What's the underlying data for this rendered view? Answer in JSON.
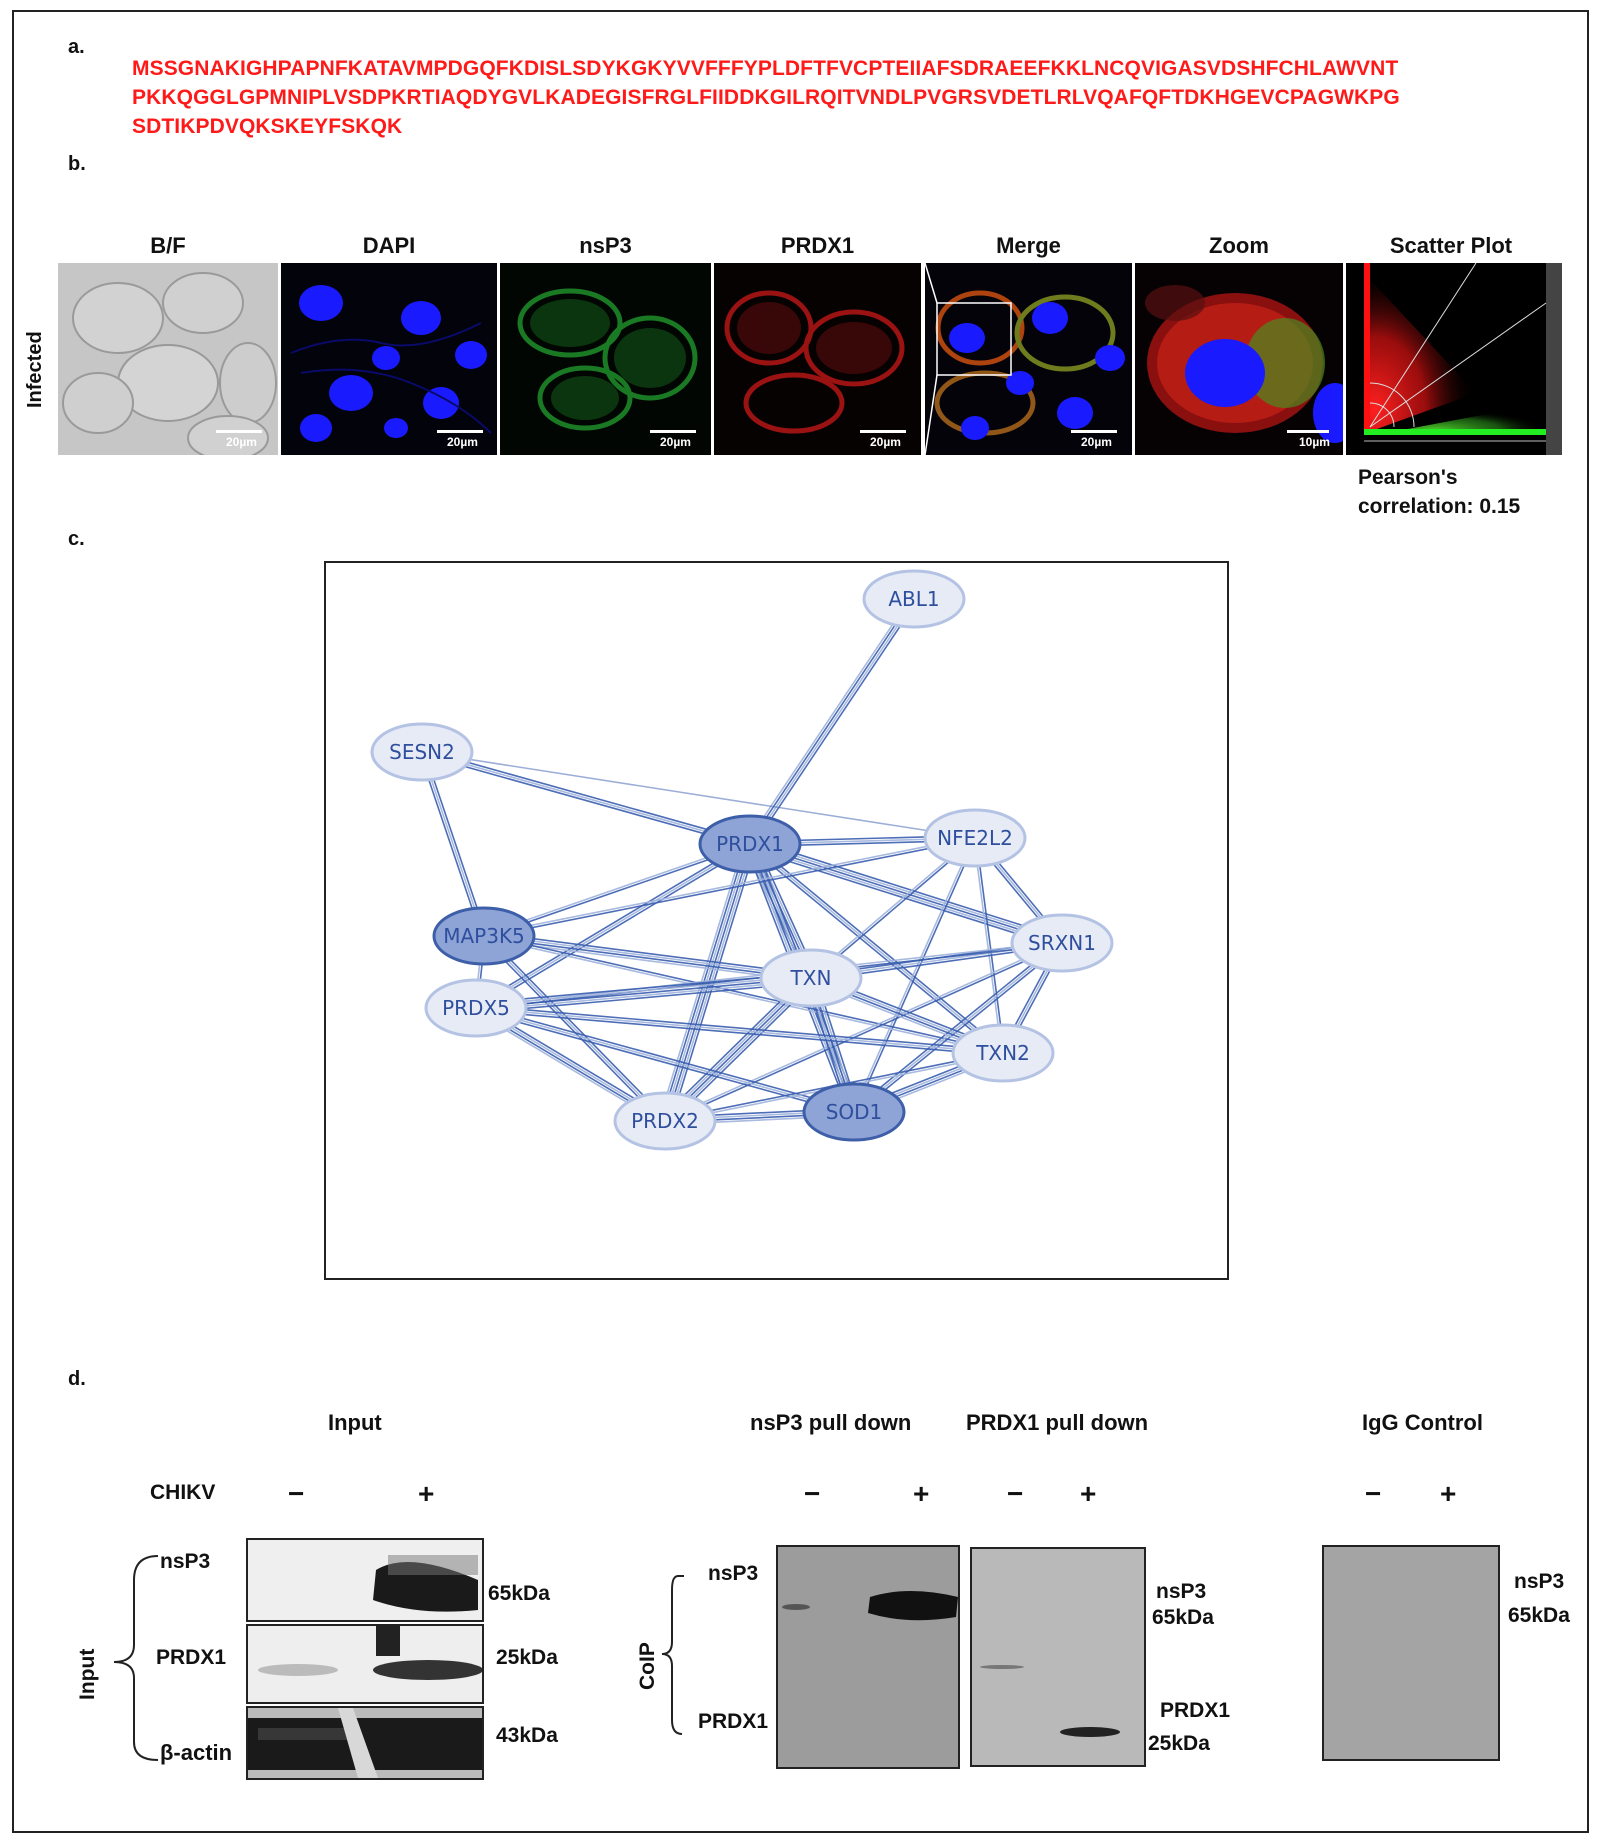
{
  "panel_a": {
    "letter": "a.",
    "sequence_lines": [
      "MSSGNAKIGHPAPNFKATAVMPDGQFKDISLSDYKGKYVVFFFYPLDFTFVCPTEIIAFSDRAEEFKKLNCQVIGASVDSHFCHLAWVNT",
      "PKKQGGLGPMNIPLVSDPKRTIAQDYGVLKADEGISFRGLFIIDDKGILRQITVNDLPVGRSVDETLRLVQAFQFTDKHGEVCPAGWKPG",
      "SDTIKPDVQKSKEYFSKQK"
    ]
  },
  "panel_b": {
    "letter": "b.",
    "row_label": "Infected",
    "columns": [
      "B/F",
      "DAPI",
      "nsP3",
      "PRDX1",
      "Merge",
      "Zoom",
      "Scatter Plot"
    ],
    "scale_labels": [
      "20µm",
      "20µm",
      "20µm",
      "20µm",
      "20µm",
      "10µm"
    ],
    "pearson_label": "Pearson's",
    "pearson_value": "correlation: 0.15",
    "colors": {
      "dapi": "#0a1aff",
      "nsp3": "#22cc33",
      "prdx1": "#e61a1a"
    }
  },
  "panel_c": {
    "letter": "c.",
    "nodes": [
      {
        "id": "ABL1",
        "label": "ABL1",
        "dark": false
      },
      {
        "id": "SESN2",
        "label": "SESN2",
        "dark": false
      },
      {
        "id": "PRDX1",
        "label": "PRDX1",
        "dark": true
      },
      {
        "id": "NFE2L2",
        "label": "NFE2L2",
        "dark": false
      },
      {
        "id": "MAP3K5",
        "label": "MAP3K5",
        "dark": true
      },
      {
        "id": "SRXN1",
        "label": "SRXN1",
        "dark": false
      },
      {
        "id": "TXN",
        "label": "TXN",
        "dark": false
      },
      {
        "id": "PRDX5",
        "label": "PRDX5",
        "dark": false
      },
      {
        "id": "TXN2",
        "label": "TXN2",
        "dark": false
      },
      {
        "id": "PRDX2",
        "label": "PRDX2",
        "dark": false
      },
      {
        "id": "SOD1",
        "label": "SOD1",
        "dark": true
      }
    ],
    "edges": [
      [
        "ABL1",
        "PRDX1",
        4
      ],
      [
        "SESN2",
        "PRDX1",
        3
      ],
      [
        "SESN2",
        "MAP3K5",
        3
      ],
      [
        "SESN2",
        "NFE2L2",
        1
      ],
      [
        "PRDX1",
        "NFE2L2",
        3
      ],
      [
        "PRDX1",
        "TXN",
        6
      ],
      [
        "PRDX1",
        "MAP3K5",
        2
      ],
      [
        "PRDX1",
        "PRDX5",
        3
      ],
      [
        "PRDX1",
        "PRDX2",
        6
      ],
      [
        "PRDX1",
        "SOD1",
        5
      ],
      [
        "PRDX1",
        "SRXN1",
        5
      ],
      [
        "PRDX1",
        "TXN2",
        3
      ],
      [
        "NFE2L2",
        "MAP3K5",
        2
      ],
      [
        "NFE2L2",
        "SRXN1",
        3
      ],
      [
        "NFE2L2",
        "TXN",
        2
      ],
      [
        "NFE2L2",
        "SOD1",
        2
      ],
      [
        "NFE2L2",
        "TXN2",
        2
      ],
      [
        "MAP3K5",
        "TXN",
        4
      ],
      [
        "MAP3K5",
        "PRDX2",
        3
      ],
      [
        "MAP3K5",
        "TXN2",
        2
      ],
      [
        "MAP3K5",
        "PRDX5",
        2
      ],
      [
        "SRXN1",
        "TXN",
        3
      ],
      [
        "SRXN1",
        "TXN2",
        3
      ],
      [
        "SRXN1",
        "PRDX2",
        2
      ],
      [
        "SRXN1",
        "PRDX5",
        2
      ],
      [
        "SRXN1",
        "SOD1",
        3
      ],
      [
        "TXN",
        "PRDX5",
        5
      ],
      [
        "TXN",
        "PRDX2",
        5
      ],
      [
        "TXN",
        "SOD1",
        5
      ],
      [
        "TXN",
        "TXN2",
        4
      ],
      [
        "PRDX5",
        "PRDX2",
        4
      ],
      [
        "PRDX5",
        "SOD1",
        3
      ],
      [
        "PRDX5",
        "TXN2",
        3
      ],
      [
        "PRDX2",
        "SOD1",
        4
      ],
      [
        "PRDX2",
        "TXN2",
        2
      ],
      [
        "SOD1",
        "TXN2",
        4
      ]
    ]
  },
  "panel_d": {
    "letter": "d.",
    "input_title": "Input",
    "nsp3_pulldown_title": "nsP3 pull down",
    "prdx1_pulldown_title": "PRDX1 pull down",
    "igg_title": "IgG Control",
    "chikv_label": "CHIKV",
    "minus": "−",
    "plus": "+",
    "input_side_label": "Input",
    "input_rows": [
      "nsP3",
      "PRDX1",
      "β-actin"
    ],
    "input_sizes": [
      "65kDa",
      "25kDa",
      "43kDa"
    ],
    "coip_label": "CoIP",
    "coip_rows": [
      "nsP3",
      "PRDX1"
    ],
    "prdx1_pd_labels": [
      "nsP3",
      "65kDa",
      "PRDX1",
      "25kDa"
    ],
    "igg_labels": [
      "nsP3",
      "65kDa"
    ]
  }
}
